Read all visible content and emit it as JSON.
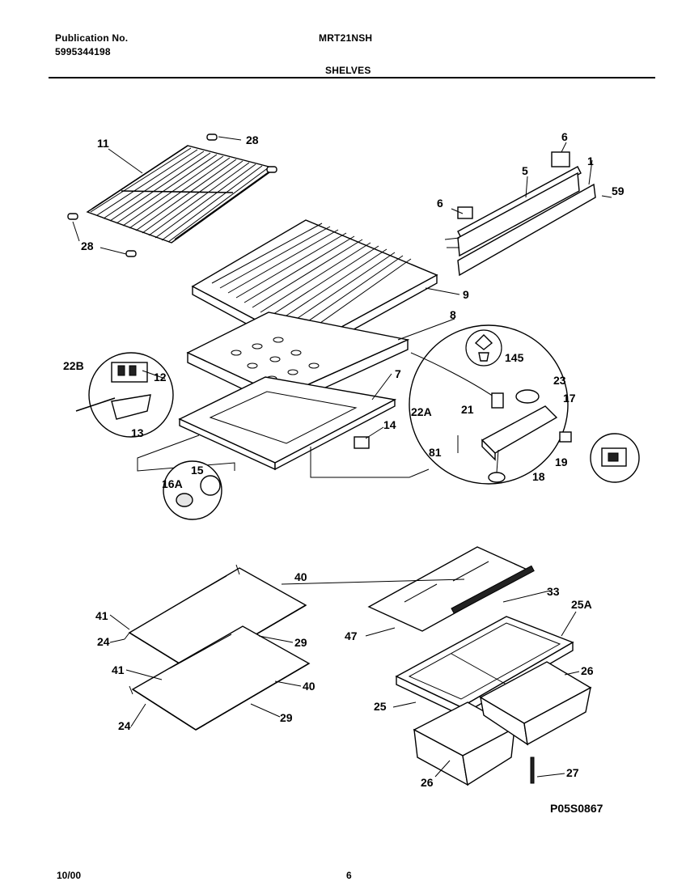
{
  "header": {
    "publication_label": "Publication No.",
    "publication_number": "5995344198",
    "model": "MRT21NSH",
    "section": "SHELVES"
  },
  "footer": {
    "date": "10/00",
    "page": "6"
  },
  "diagram_code": "P05S0867",
  "callouts": {
    "c11": "11",
    "c28a": "28",
    "c28b": "28",
    "c6a": "6",
    "c6b": "6",
    "c5": "5",
    "c1": "1",
    "c59": "59",
    "c9": "9",
    "c8": "8",
    "c7": "7",
    "c22b": "22B",
    "c12": "12",
    "c13": "13",
    "c14": "14",
    "c15": "15",
    "c16a": "16A",
    "c145": "145",
    "c23": "23",
    "c22a": "22A",
    "c21": "21",
    "c17": "17",
    "c81": "81",
    "c19": "19",
    "c18": "18",
    "c40a": "40",
    "c41a": "41",
    "c24a": "24",
    "c29a": "29",
    "c41b": "41",
    "c40b": "40",
    "c24b": "24",
    "c29b": "29",
    "c33": "33",
    "c25a": "25A",
    "c47": "47",
    "c26a": "26",
    "c25": "25",
    "c27": "27",
    "c26b": "26"
  }
}
